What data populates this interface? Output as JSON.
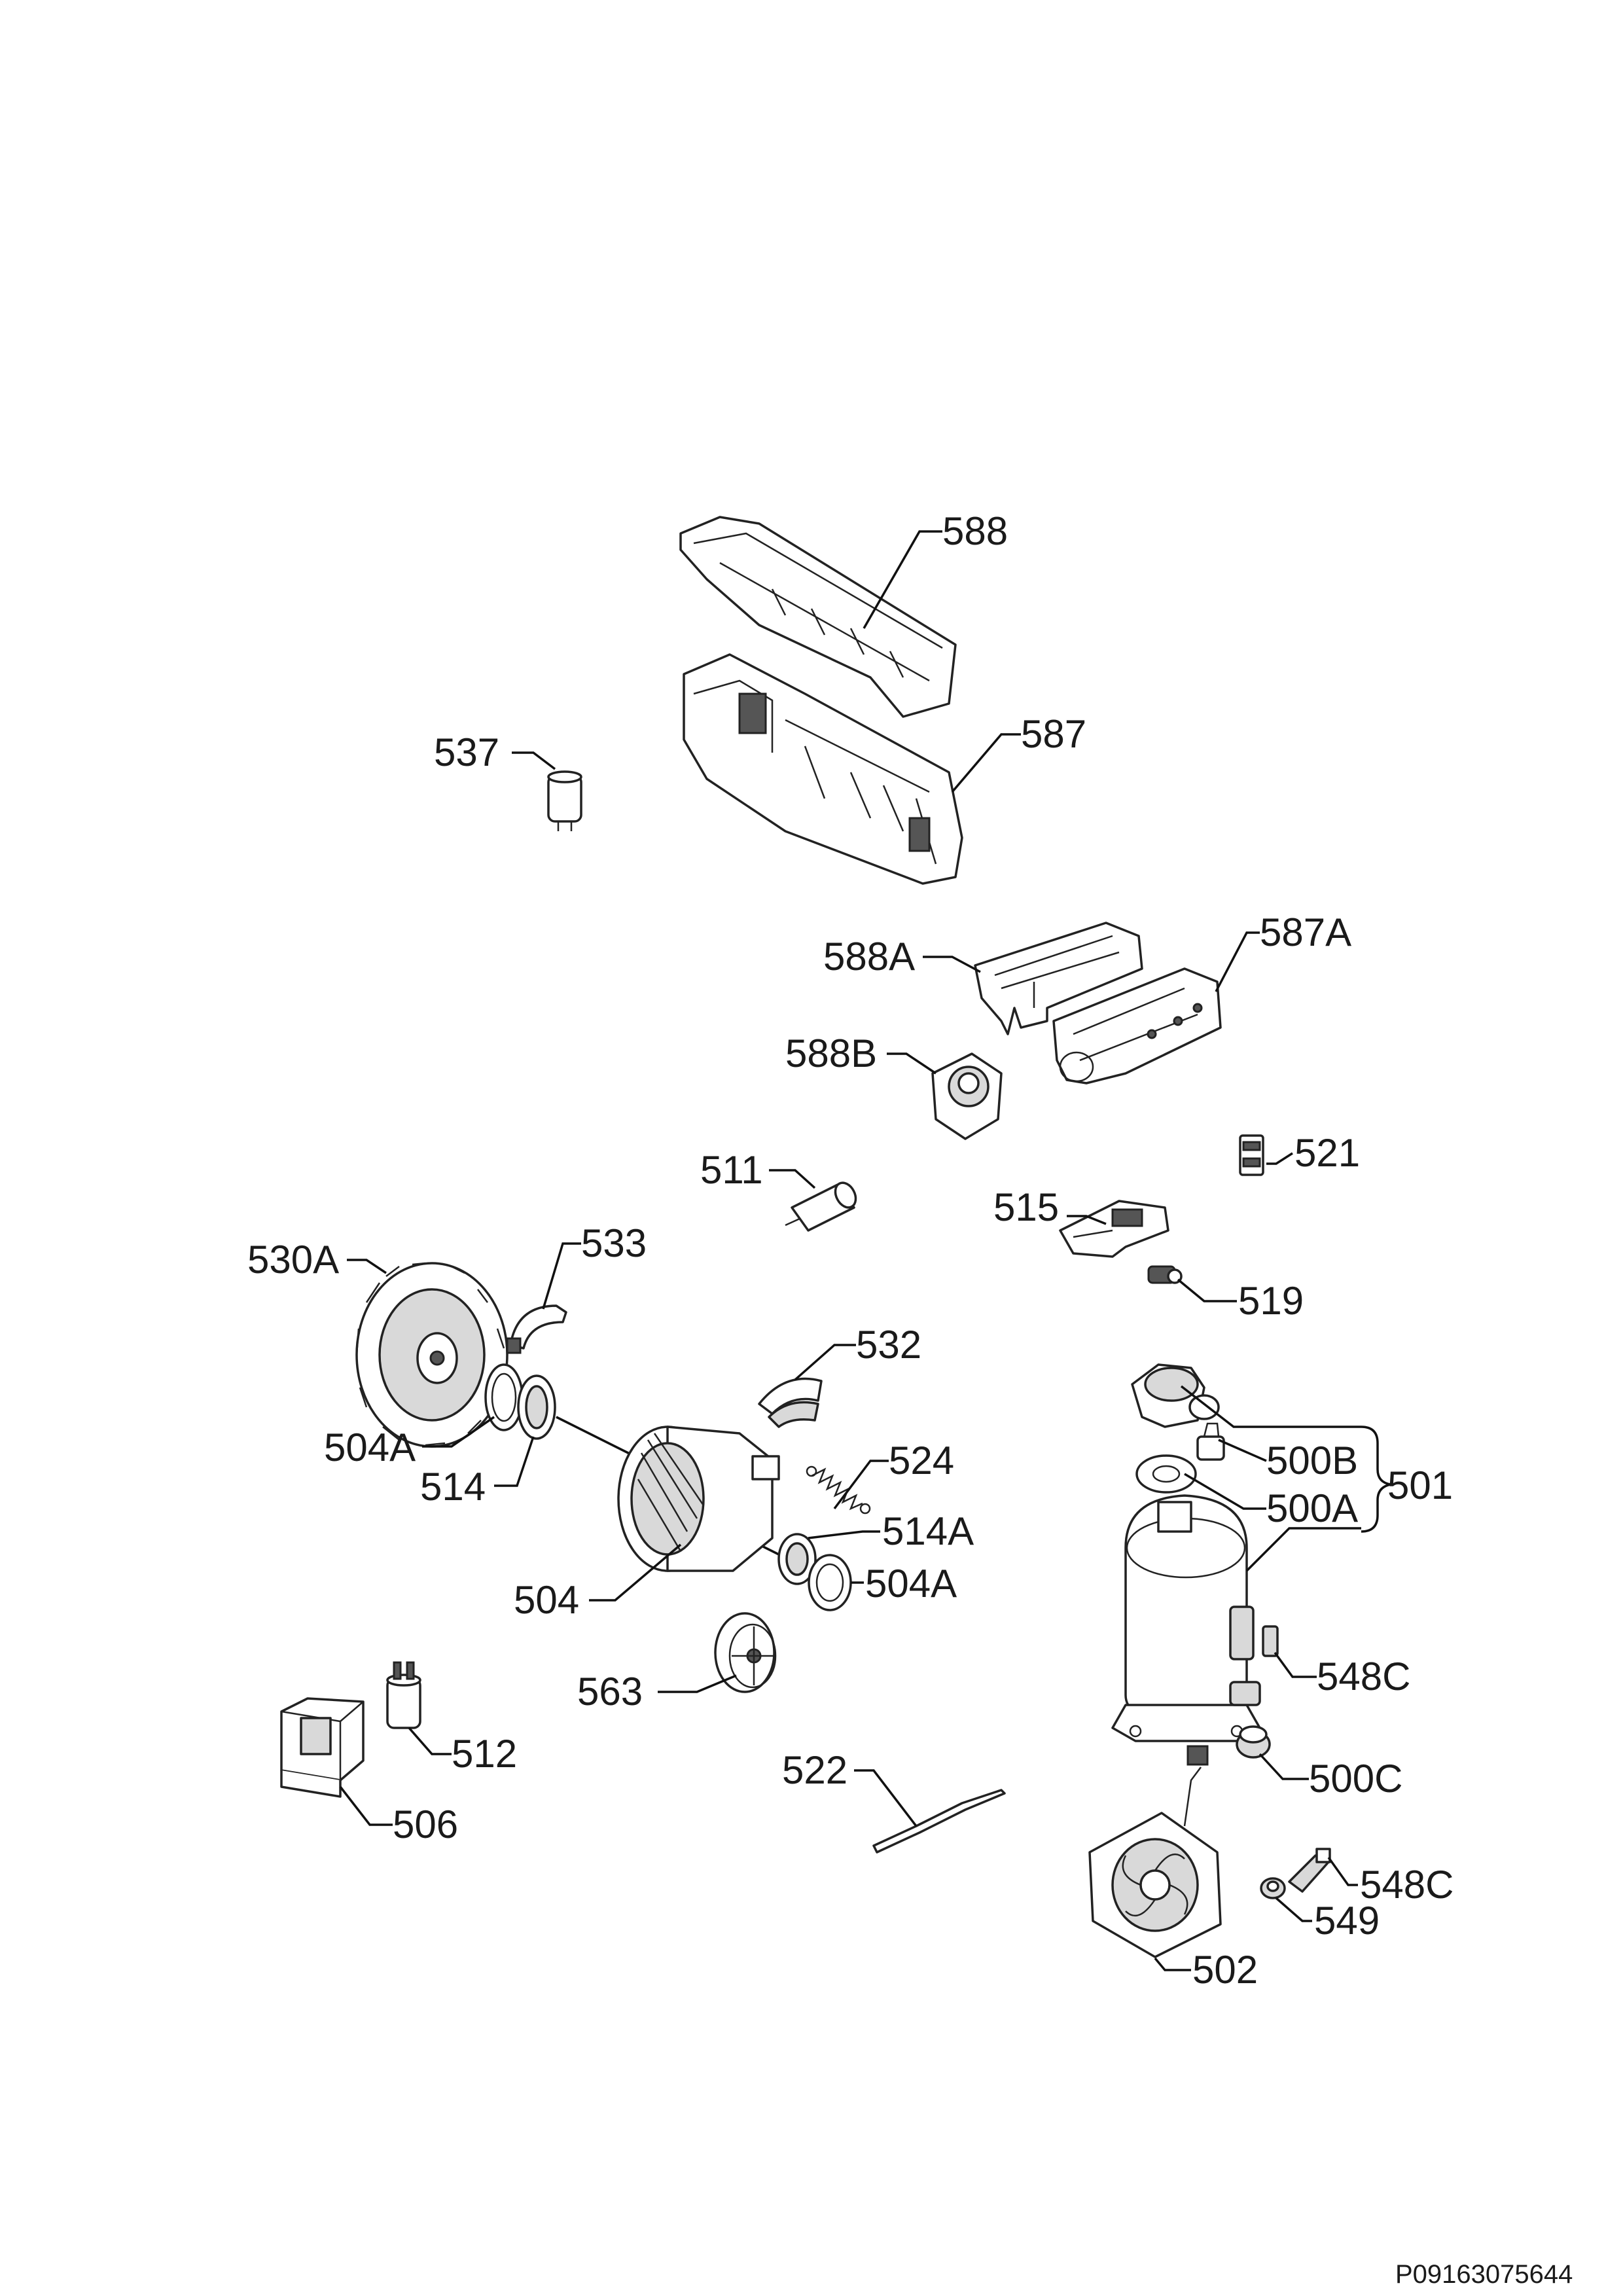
{
  "diagram": {
    "labels": {
      "p588": "588",
      "p587": "587",
      "p537": "537",
      "p588a": "588A",
      "p587a": "587A",
      "p588b": "588B",
      "p521": "521",
      "p511": "511",
      "p515": "515",
      "p519": "519",
      "p530a": "530A",
      "p533": "533",
      "p532": "532",
      "p504a_1": "504A",
      "p514": "514",
      "p524": "524",
      "p514a": "514A",
      "p504": "504",
      "p504a_2": "504A",
      "p500b": "500B",
      "p501": "501",
      "p500a": "500A",
      "p563": "563",
      "p548c_1": "548C",
      "p512": "512",
      "p522": "522",
      "p500c": "500C",
      "p506": "506",
      "p548c_2": "548C",
      "p549": "549",
      "p502": "502"
    },
    "document_code": "P09163075644"
  }
}
